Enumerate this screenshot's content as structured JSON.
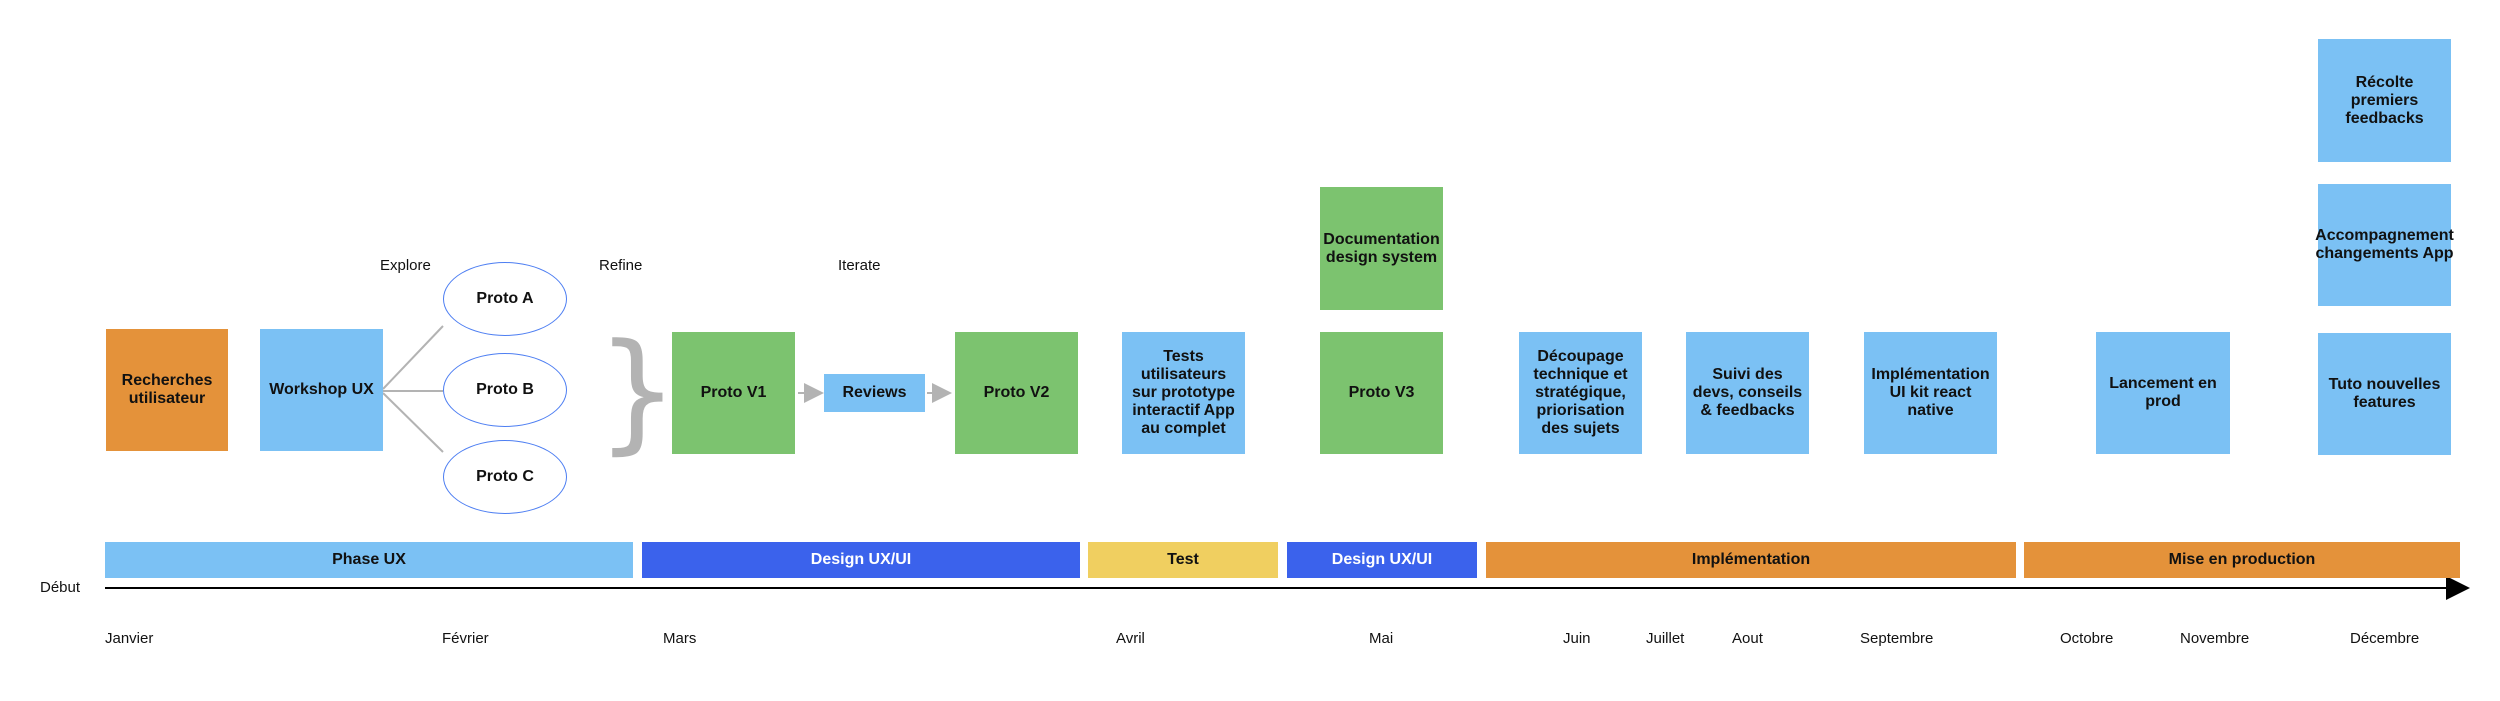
{
  "stage_labels": {
    "explore": "Explore",
    "refine": "Refine",
    "iterate": "Iterate"
  },
  "boxes": {
    "recherches": "Recherches utilisateur",
    "workshop": "Workshop UX",
    "proto_a": "Proto A",
    "proto_b": "Proto B",
    "proto_c": "Proto C",
    "proto_v1": "Proto V1",
    "reviews": "Reviews",
    "proto_v2": "Proto V2",
    "tests": "Tests utilisateurs sur prototype interactif App au complet",
    "documentation": "Documentation design system",
    "proto_v3": "Proto V3",
    "decoupage": "Découpage technique et stratégique, priorisation des sujets",
    "suivi": "Suivi des devs, conseils & feedbacks",
    "implementation_ui": "Implémentation UI kit react native",
    "lancement": "Lancement en prod",
    "recolte": "Récolte premiers feedbacks",
    "accompagnement": "Accompagnement changements App",
    "tuto": "Tuto nouvelles features"
  },
  "phases": [
    {
      "label": "Phase UX",
      "color": "#7bc1f4"
    },
    {
      "label": "Design UX/UI",
      "color": "#3b62ec"
    },
    {
      "label": "Test",
      "color": "#f0cf60"
    },
    {
      "label": "Design UX/UI",
      "color": "#3b62ec"
    },
    {
      "label": "Implémentation",
      "color": "#e4923a"
    },
    {
      "label": "Mise en production",
      "color": "#e4923a"
    }
  ],
  "timeline": {
    "start_label": "Début",
    "months": [
      "Janvier",
      "Février",
      "Mars",
      "Avril",
      "Mai",
      "Juin",
      "Juillet",
      "Aout",
      "Septembre",
      "Octobre",
      "Novembre",
      "Décembre"
    ]
  },
  "colors": {
    "orange": "#e4923a",
    "light_blue": "#7bc1f4",
    "green": "#7cc36f",
    "yellow": "#f0cf60",
    "dark_blue": "#3b62ec",
    "ellipse_border": "#4d7ef2",
    "connector": "#b3b3b3"
  }
}
